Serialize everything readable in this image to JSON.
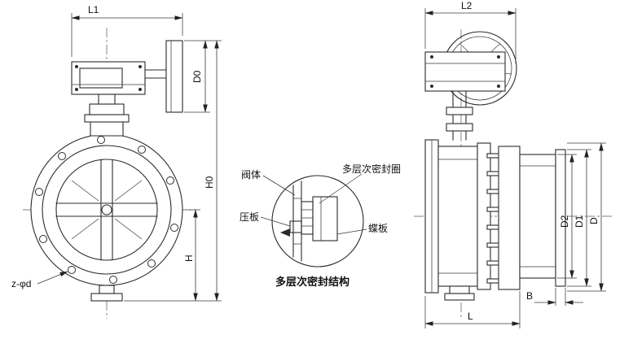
{
  "drawing": {
    "front_view": {
      "l1": "L1",
      "d0": "D0",
      "h0": "H0",
      "h": "H",
      "bolt_note": "z-φd"
    },
    "detail_view": {
      "valve_body": "阀体",
      "seal_ring": "多层次密封圈",
      "pressure_plate": "压板",
      "disc": "蝶板",
      "caption": "多层次密封结构"
    },
    "side_view": {
      "l2": "L2",
      "d2": "D2",
      "d1": "D1",
      "d": "D",
      "b": "B",
      "l": "L"
    }
  }
}
